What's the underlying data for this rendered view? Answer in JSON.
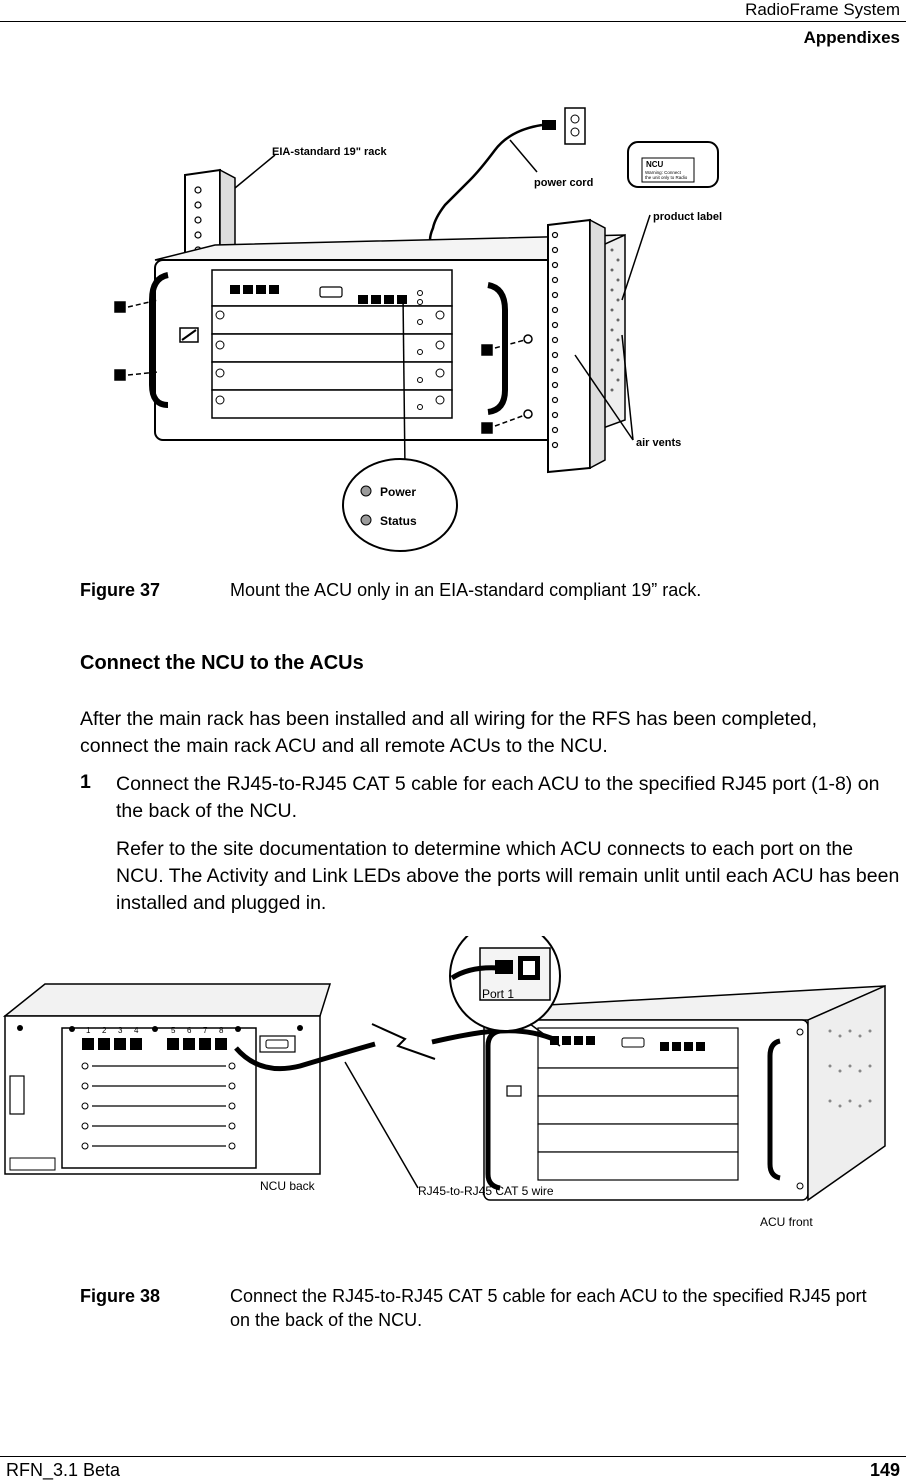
{
  "header": {
    "title": "RadioFrame System",
    "subtitle": "Appendixes"
  },
  "figure37": {
    "labels": {
      "rack": "EIA-standard 19\" rack",
      "power_cord": "power cord",
      "product_label": "product label",
      "air_vents": "air vents",
      "power": "Power",
      "status": "Status",
      "ncu": "NCU",
      "warning": "Warning: Connect",
      "warning2": "the unit only to Radio"
    },
    "caption_label": "Figure 37",
    "caption_text": "Mount the ACU only in an EIA-standard compliant 19” rack."
  },
  "section": {
    "title": "Connect the NCU to the ACUs",
    "intro": "After the main rack has been installed and all wiring for the RFS has been completed, connect the main rack ACU and all remote ACUs to the NCU.",
    "step_number": "1",
    "step_text": "Connect the RJ45-to-RJ45 CAT 5 cable for each ACU to the specified RJ45 port (1-8) on the back of the NCU.",
    "step_note": "Refer to the site documentation to determine which ACU connects to each port on the NCU. The Activity and Link LEDs above the ports will remain unlit until each ACU has been installed and plugged in."
  },
  "figure38": {
    "labels": {
      "port1": "Port 1",
      "ncu_back": "NCU back",
      "wire": "RJ45-to-RJ45 CAT 5 wire",
      "acu_front": "ACU front",
      "p1": "1",
      "p2": "2",
      "p3": "3",
      "p4": "4",
      "p5": "5",
      "p6": "6",
      "p7": "7",
      "p8": "8"
    },
    "caption_label": "Figure 38",
    "caption_text": "Connect the RJ45-to-RJ45 CAT 5 cable for each ACU to the specified RJ45 port on the back of the NCU."
  },
  "footer": {
    "left": "RFN_3.1 Beta",
    "page": "149"
  }
}
